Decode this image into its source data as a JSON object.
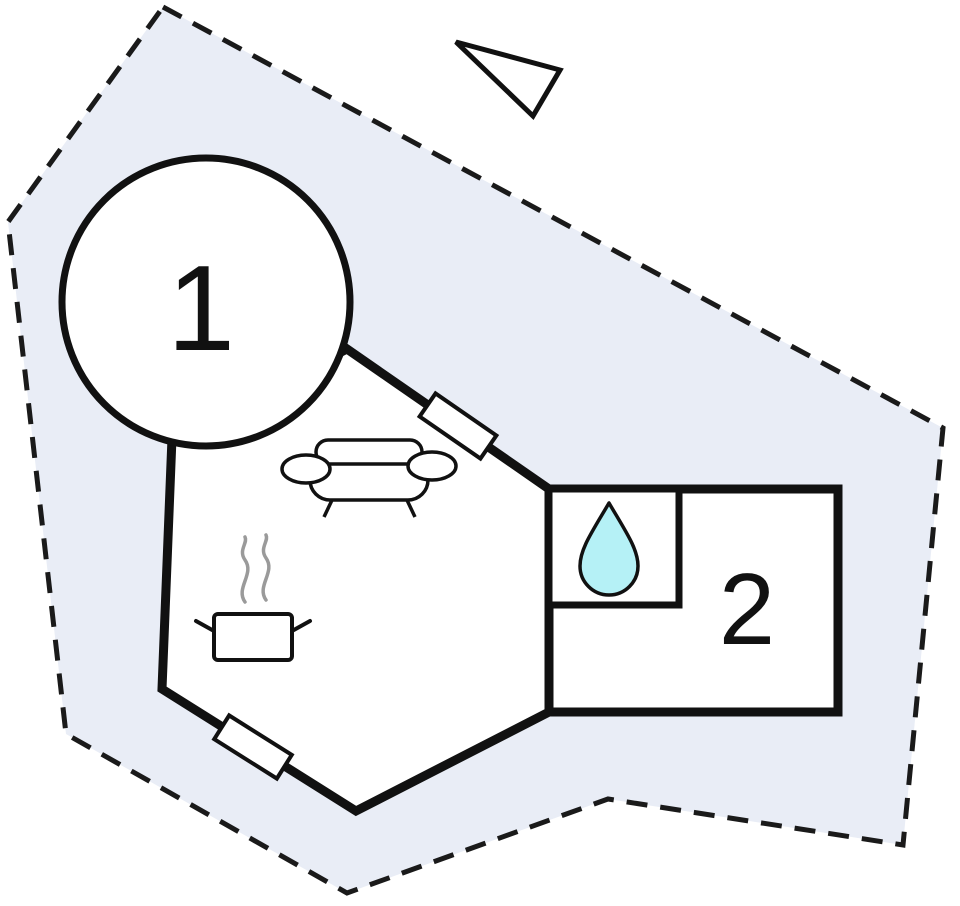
{
  "plan": {
    "room1_label": "1",
    "room2_label": "2"
  },
  "icons": {
    "north_arrow": "north-arrow-icon",
    "sofa": "sofa-icon",
    "cooking_pot": "pot-icon",
    "steam": "steam-icon",
    "water_drop": "water-drop-icon",
    "door_marker": "door-window-marker"
  },
  "colors": {
    "parcel_fill": "#e9edf6",
    "parcel_stroke": "#1a1a1a",
    "wall_stroke": "#111111",
    "room_fill": "#ffffff",
    "water_drop_fill": "#b5f1f6",
    "steam_stroke": "#9a9a9a"
  }
}
